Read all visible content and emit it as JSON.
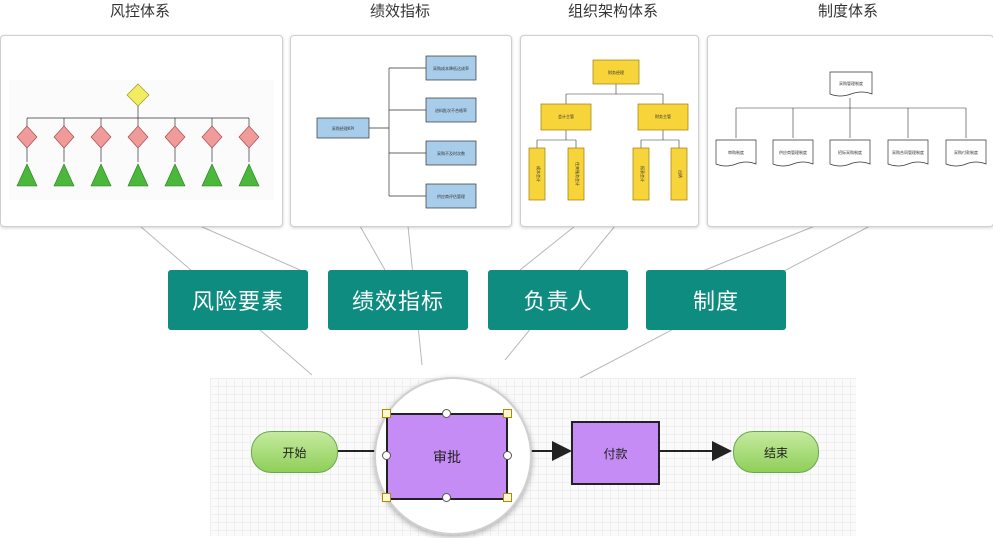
{
  "sections": [
    {
      "title": "风控体系",
      "tag": "风险要素"
    },
    {
      "title": "绩效指标",
      "tag": "绩效指标"
    },
    {
      "title": "组织架构体系",
      "tag": "负责人"
    },
    {
      "title": "制度体系",
      "tag": "制度"
    }
  ],
  "kpi_card": {
    "root": "采购经理KPI",
    "items": [
      "采购成本降低达成率",
      "进料批次不合格率",
      "采购不及时次数",
      "供应商评估管理"
    ]
  },
  "org_card": {
    "top": "财务经理",
    "mid": [
      "会计主管",
      "财务主管"
    ],
    "leaves": [
      "成本会计",
      "往来账务会计",
      "报表会计",
      "出纳"
    ]
  },
  "policy_card": {
    "top": "采购管理制度",
    "items": [
      "审购制度",
      "供应商管理制度",
      "招标采购制度",
      "采购合同管理制度",
      "采购付款制度"
    ]
  },
  "colors": {
    "tag_bg": "#0e8c80",
    "process_box": "#c58cf5",
    "terminal": "#8fcf5a"
  },
  "flow": {
    "start": "开始",
    "approve": "审批",
    "pay": "付款",
    "end": "结束"
  }
}
